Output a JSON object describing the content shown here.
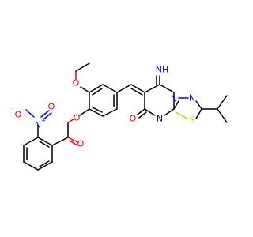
{
  "colors": {
    "carbon_bond": "#000000",
    "oxygen": "#ff0000",
    "nitrogen": "#0000ff",
    "sulfur": "#cccc00",
    "background": "#ffffff"
  },
  "atoms": {
    "nitro_o_minus": "O",
    "nitro_minus_sign": "-",
    "nitro_n": "N",
    "nitro_plus_sign": "+",
    "nitro_o_double": "O",
    "ester_o_carbonyl": "O",
    "ester_o_link": "O",
    "ethoxy_o": "O",
    "imine_nh": "NH",
    "ring_n_top": "N",
    "ring_n_right": "N",
    "ring_s": "S",
    "ring_n_bottom": "N",
    "keto_o": "O"
  }
}
